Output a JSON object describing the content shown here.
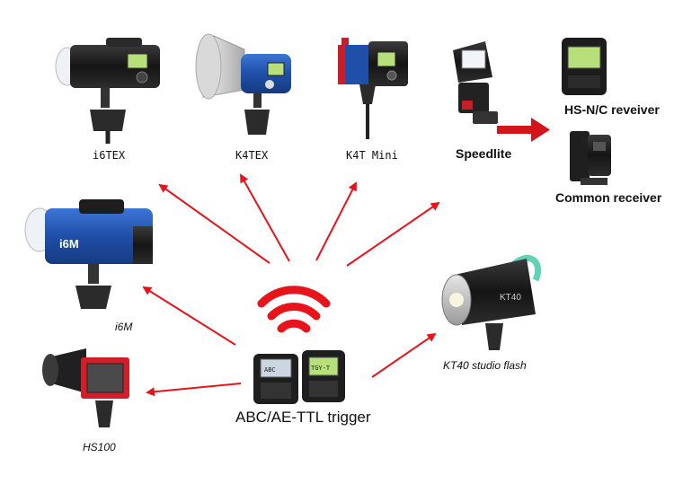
{
  "devices": {
    "i6tex": "i6TEX",
    "k4tex": "K4TEX",
    "k4t_mini": "K4T Mini",
    "speedlite": "Speedlite",
    "hs_nc_receiver": "HS-N/C reveiver",
    "common_receiver": "Common receiver",
    "i6m": "i6M",
    "hs100": "HS100",
    "kt40": "KT40 studio flash",
    "trigger": "ABC/AE-TTL trigger"
  },
  "screen_text": {
    "i6m_badge": "i6M",
    "kt40_badge": "KT40",
    "trigger_screen_left": "ABC",
    "trigger_screen_right": "TGY-T"
  },
  "colors": {
    "arrow": "#e8141c",
    "wifi": "#e8141c",
    "flash_body_dark": "#1b1b1b",
    "flash_body_blue": "#1f4fa8",
    "flash_body_red": "#c81e2a",
    "lcd_green": "#b7e07a"
  }
}
